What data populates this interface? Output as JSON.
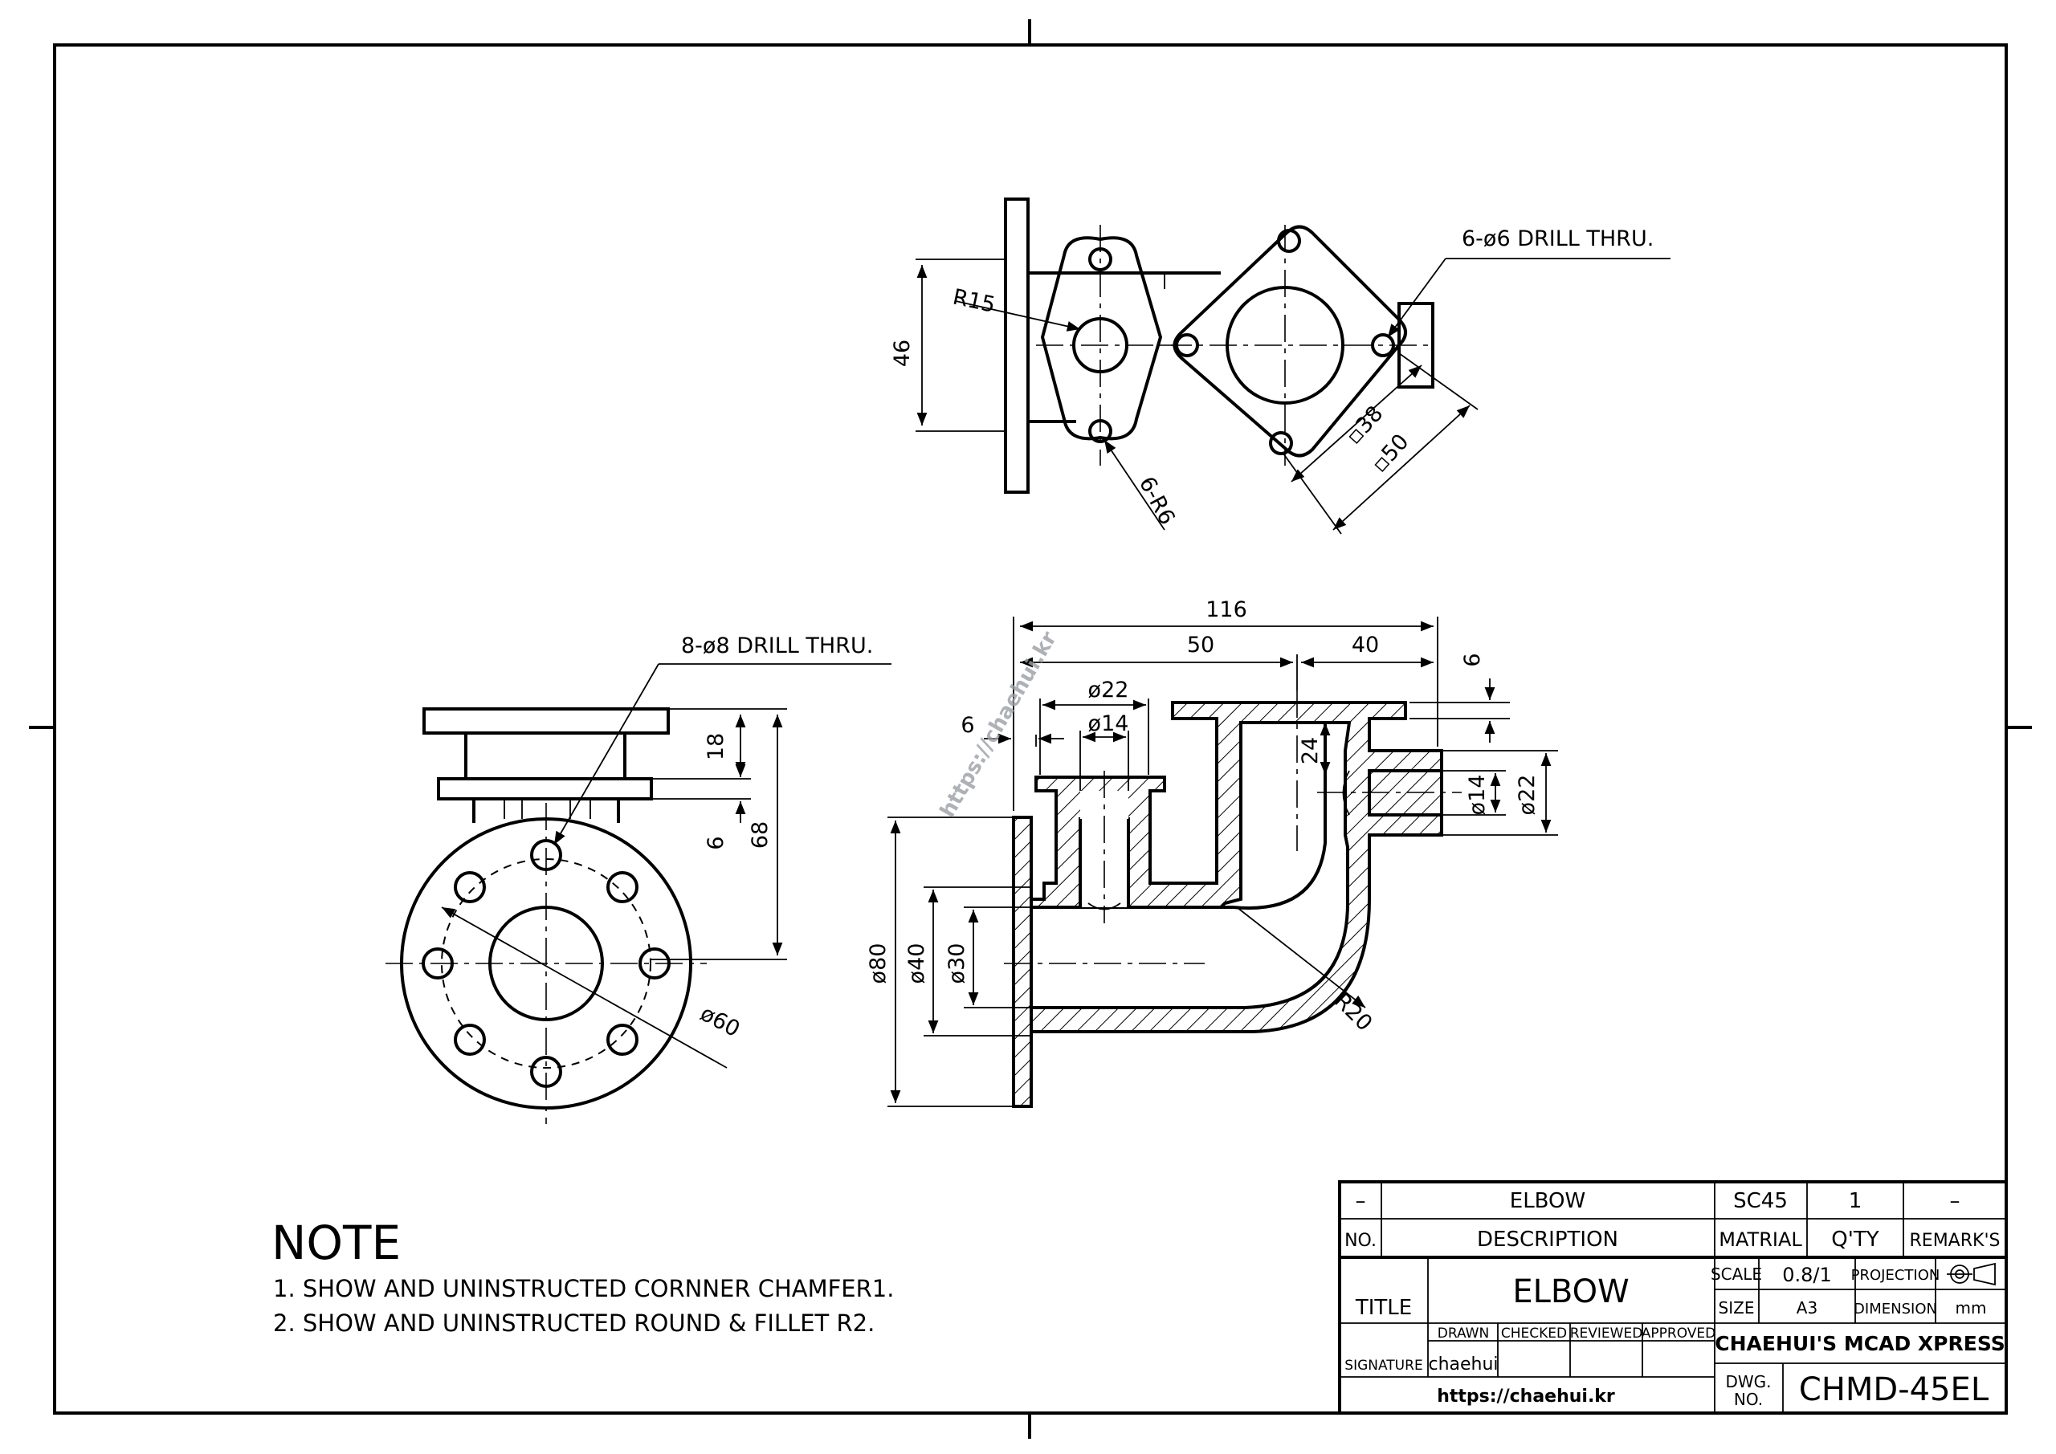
{
  "drawing": {
    "top_view": {
      "label_46": "46",
      "label_r15": "R15",
      "label_6r6": "6-R6",
      "label_drill": "6-ø6 DRILL THRU.",
      "label_38": "▫38",
      "label_50": "▫50"
    },
    "side_view": {
      "label_drill": "8-ø8 DRILL THRU.",
      "label_18": "18",
      "label_6": "6",
      "label_68": "68",
      "label_d60": "ø60"
    },
    "front_view": {
      "label_116": "116",
      "label_50": "50",
      "label_40": "40",
      "label_6_top": "6",
      "label_6_left": "6",
      "label_d22_top": "ø22",
      "label_d14_top": "ø14",
      "label_24": "24",
      "label_d14_right": "ø14",
      "label_d22_right": "ø22",
      "label_d80": "ø80",
      "label_d40": "ø40",
      "label_d30": "ø30",
      "label_r20": "R20"
    },
    "watermark": "https://chaehui.kr"
  },
  "notes": {
    "heading": "NOTE",
    "items": [
      "1. SHOW AND UNINSTRUCTED CORNNER CHAMFER1.",
      "2. SHOW AND UNINSTRUCTED ROUND & FILLET R2."
    ]
  },
  "title_block": {
    "row1": {
      "no": "–",
      "description": "ELBOW",
      "material": "SC45",
      "qty": "1",
      "remarks": "–"
    },
    "header": {
      "no": "NO.",
      "description": "DESCRIPTION",
      "material": "MATRIAL",
      "qty": "Q'TY",
      "remarks": "REMARK'S"
    },
    "title_label": "TITLE",
    "title": "ELBOW",
    "scale_label": "SCALE",
    "scale": "0.8/1",
    "projection_label": "PROJECTION",
    "size_label": "SIZE",
    "size": "A3",
    "dimension_label": "DIMENSION",
    "dimension": "mm",
    "drawn": "DRAWN",
    "checked": "CHECKED",
    "reviewed": "REVIEWED",
    "approved": "APPROVED",
    "signature_label": "SIGNATURE",
    "signature": "chaehui",
    "company": "CHAEHUI'S MCAD XPRESS",
    "website": "https://chaehui.kr",
    "dwg_no_label_1": "DWG.",
    "dwg_no_label_2": "NO.",
    "dwg_no": "CHMD-45EL"
  }
}
